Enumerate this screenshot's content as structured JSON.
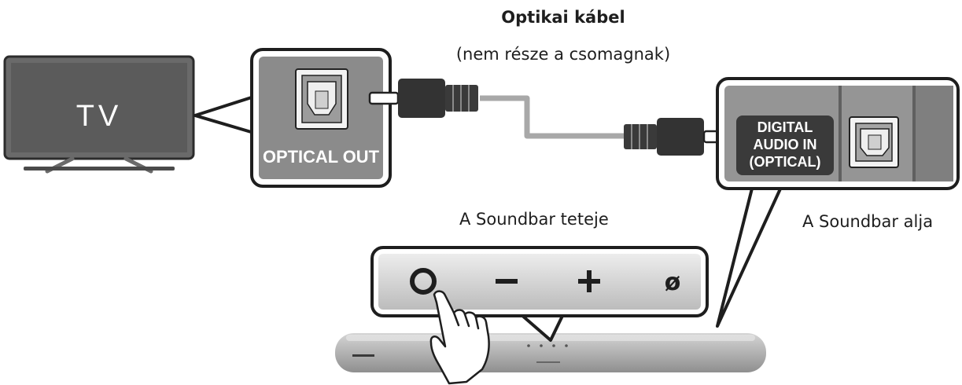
{
  "tv": {
    "label": "TV"
  },
  "tv_port": {
    "label": "OPTICAL OUT"
  },
  "cable": {
    "label_line1": "Optikai kábel",
    "label_line2": "(nem része a csomagnak)"
  },
  "soundbar_port": {
    "label_line1": "DIGITAL",
    "label_line2": "AUDIO IN",
    "label_line3": "(OPTICAL)"
  },
  "soundbar": {
    "top_label": "A Soundbar teteje",
    "bottom_label": "A Soundbar alja"
  },
  "buttons": [
    {
      "name": "power-button",
      "glyph": "power-icon"
    },
    {
      "name": "volume-down-button",
      "glyph": "minus-icon"
    },
    {
      "name": "volume-up-button",
      "glyph": "plus-icon"
    },
    {
      "name": "bluetooth-button",
      "glyph": "ø"
    }
  ]
}
